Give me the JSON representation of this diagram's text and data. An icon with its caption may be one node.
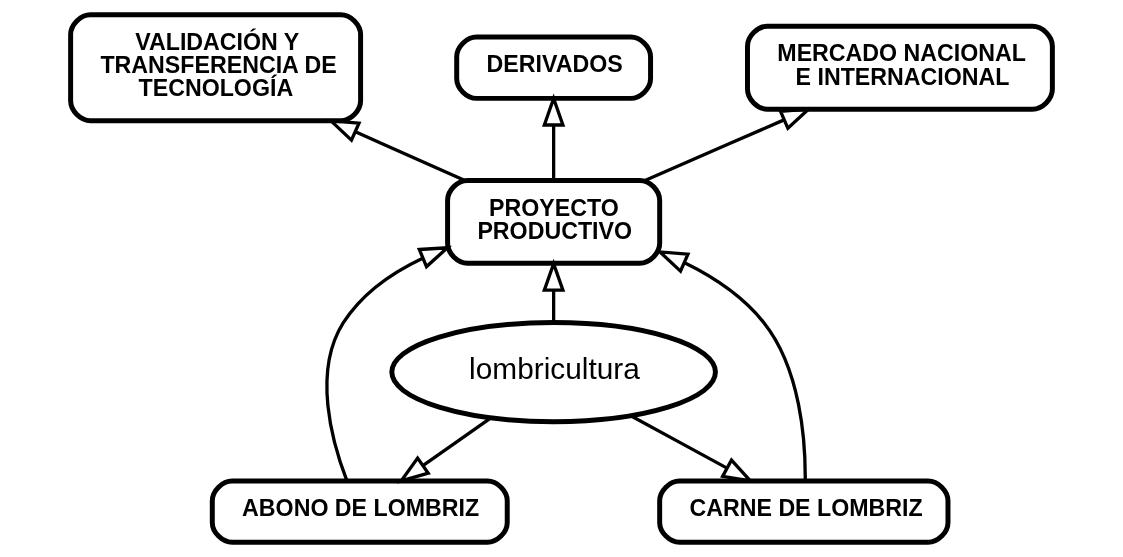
{
  "diagram": {
    "nodes": [
      {
        "text": [
          "VALIDACIÓN Y TRANSFERENCIA DE TECNOLOGÍA"
        ]
      },
      {
        "text": [
          "DERIVADOS"
        ]
      },
      {
        "text": [
          "MERCADO NACIONAL E INTERNACIONAL"
        ]
      },
      {
        "text": [
          "PROYECTO PRODUCTIVO"
        ]
      },
      {
        "text": [
          "lombricultura"
        ]
      },
      {
        "text": [
          "ABONO DE LOMBRIZ"
        ]
      },
      {
        "text": [
          "CARNE DE LOMBRIZ"
        ]
      }
    ],
    "edges": [
      {
        "from": 3,
        "to": 0,
        "arrow": "to"
      },
      {
        "from": 3,
        "to": 1,
        "arrow": "to"
      },
      {
        "from": 3,
        "to": 2,
        "arrow": "to"
      },
      {
        "from": 4,
        "to": 3,
        "arrow": "to"
      },
      {
        "from": 5,
        "to": 3,
        "arrow": "to"
      },
      {
        "from": 6,
        "to": 3,
        "arrow": "to"
      },
      {
        "from": 4,
        "to": 5,
        "arrow": "to"
      },
      {
        "from": 4,
        "to": 6,
        "arrow": "to"
      }
    ]
  }
}
